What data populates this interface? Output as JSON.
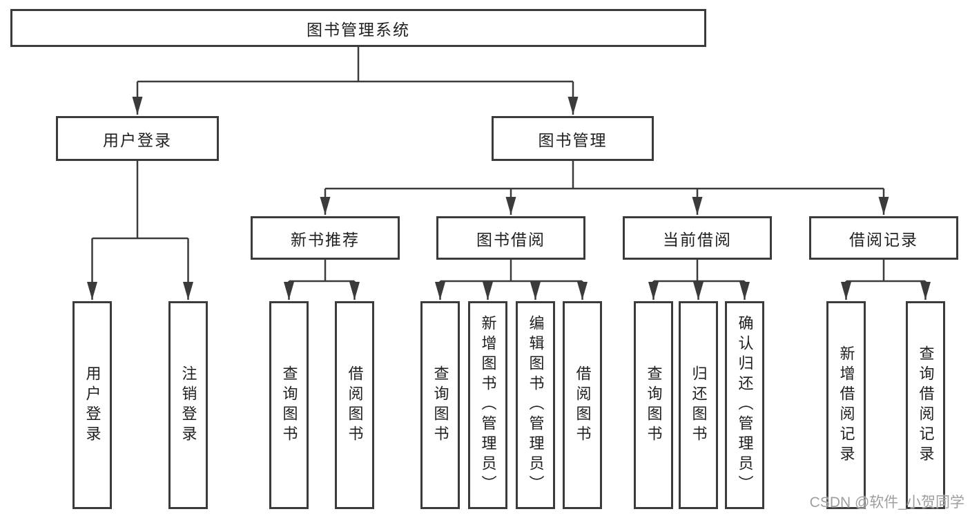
{
  "diagram": {
    "type": "tree",
    "tree": {
      "label": "图书管理系统",
      "children": [
        {
          "label": "用户登录",
          "children": [
            {
              "label": "用户登录"
            },
            {
              "label": "注销登录"
            }
          ]
        },
        {
          "label": "图书管理",
          "children": [
            {
              "label": "新书推荐",
              "children": [
                {
                  "label": "查询图书"
                },
                {
                  "label": "借阅图书"
                }
              ]
            },
            {
              "label": "图书借阅",
              "children": [
                {
                  "label": "查询图书"
                },
                {
                  "label": "新增图书（管理员）"
                },
                {
                  "label": "编辑图书（管理员）"
                },
                {
                  "label": "借阅图书"
                }
              ]
            },
            {
              "label": "当前借阅",
              "children": [
                {
                  "label": "查询图书"
                },
                {
                  "label": "归还图书"
                },
                {
                  "label": "确认归还（管理员）"
                }
              ]
            },
            {
              "label": "借阅记录",
              "children": [
                {
                  "label": "新增借阅记录"
                },
                {
                  "label": "查询借阅记录"
                }
              ]
            }
          ]
        }
      ]
    }
  },
  "watermark": {
    "text": "CSDN @软件_小贺同学",
    "color": "#9e9e9e"
  },
  "colors": {
    "line": "#3b3b3b",
    "box_border": "#3b3b3b",
    "text": "#1f1f1f",
    "background": "#ffffff"
  }
}
